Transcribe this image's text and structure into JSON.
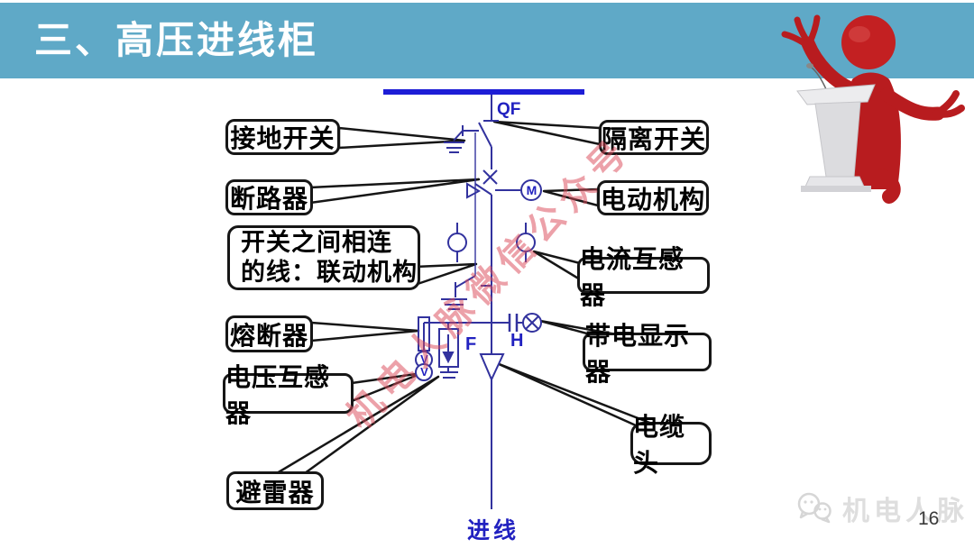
{
  "slide": {
    "title": "三、高压进线柜",
    "page_number": "16",
    "footer_logo_text": "机电人脉",
    "watermark_text": "机电人脉微信公众号",
    "colors": {
      "title_bar": "#5fa9c7",
      "bus_line": "#1d1dd6",
      "circuit_line": "#32329e",
      "callout_border": "#161616",
      "watermark_red": "#da4b5a",
      "figure_red": "#b81c1f"
    }
  },
  "diagram": {
    "incoming_line_label": "进线",
    "device_labels": {
      "breaker": "QF",
      "motor": "M",
      "vt_upper": "V",
      "vt_lower": "V",
      "fuse": "F",
      "display": "H"
    },
    "callouts_left": [
      {
        "id": "earthing-switch",
        "label": "接地开关"
      },
      {
        "id": "circuit-breaker",
        "label": "断路器"
      },
      {
        "id": "linkage-mechanism",
        "label_line1": "开关之间相连",
        "label_line2": "的线：联动机构"
      },
      {
        "id": "fuse",
        "label": "熔断器"
      },
      {
        "id": "voltage-transformer",
        "label": "电压互感器"
      },
      {
        "id": "lightning-arrester",
        "label": "避雷器"
      }
    ],
    "callouts_right": [
      {
        "id": "isolating-switch",
        "label": "隔离开关"
      },
      {
        "id": "motor-mechanism",
        "label": "电动机构"
      },
      {
        "id": "current-transformer",
        "label": "电流互感器"
      },
      {
        "id": "live-display",
        "label": "带电显示器"
      },
      {
        "id": "cable-head",
        "label": "电缆头"
      }
    ]
  }
}
